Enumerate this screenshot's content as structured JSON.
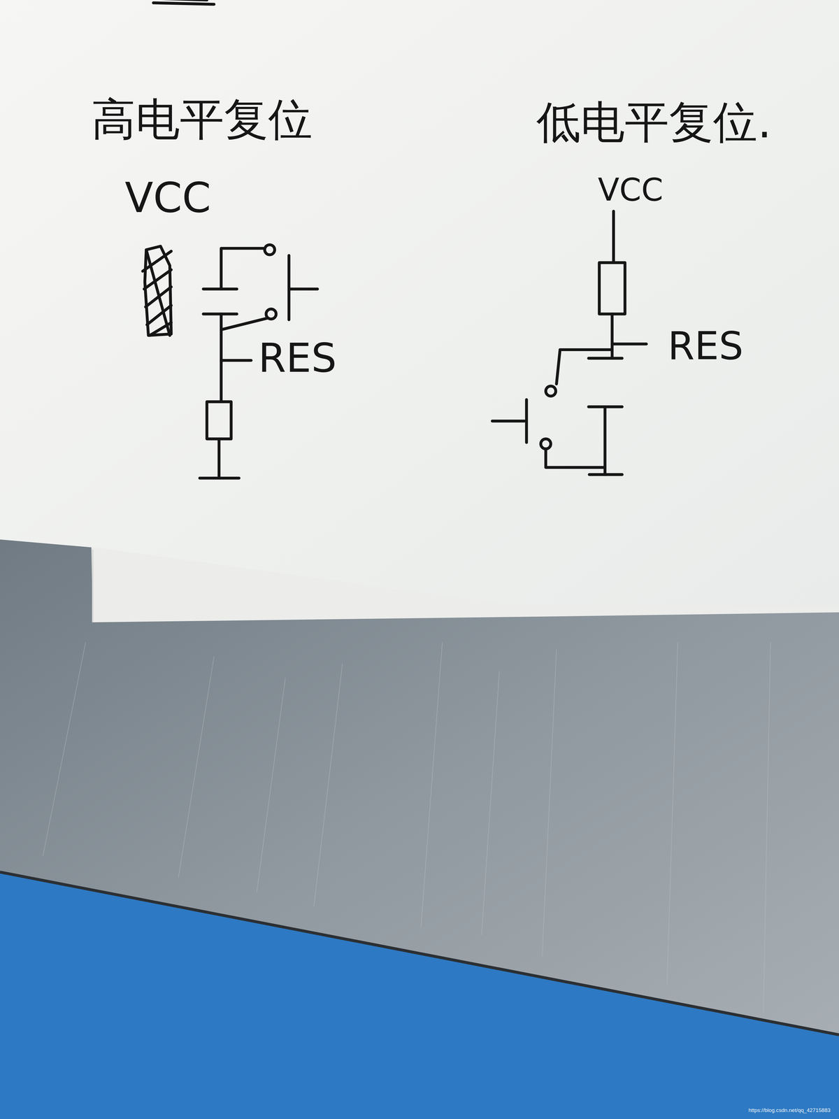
{
  "diagram": {
    "labels": [
      "高电平复位",
      "VCC",
      "RES",
      "低电平复位.",
      "VCC",
      "RES",
      "https://blog.csdn.net/qq_42715883"
    ]
  }
}
